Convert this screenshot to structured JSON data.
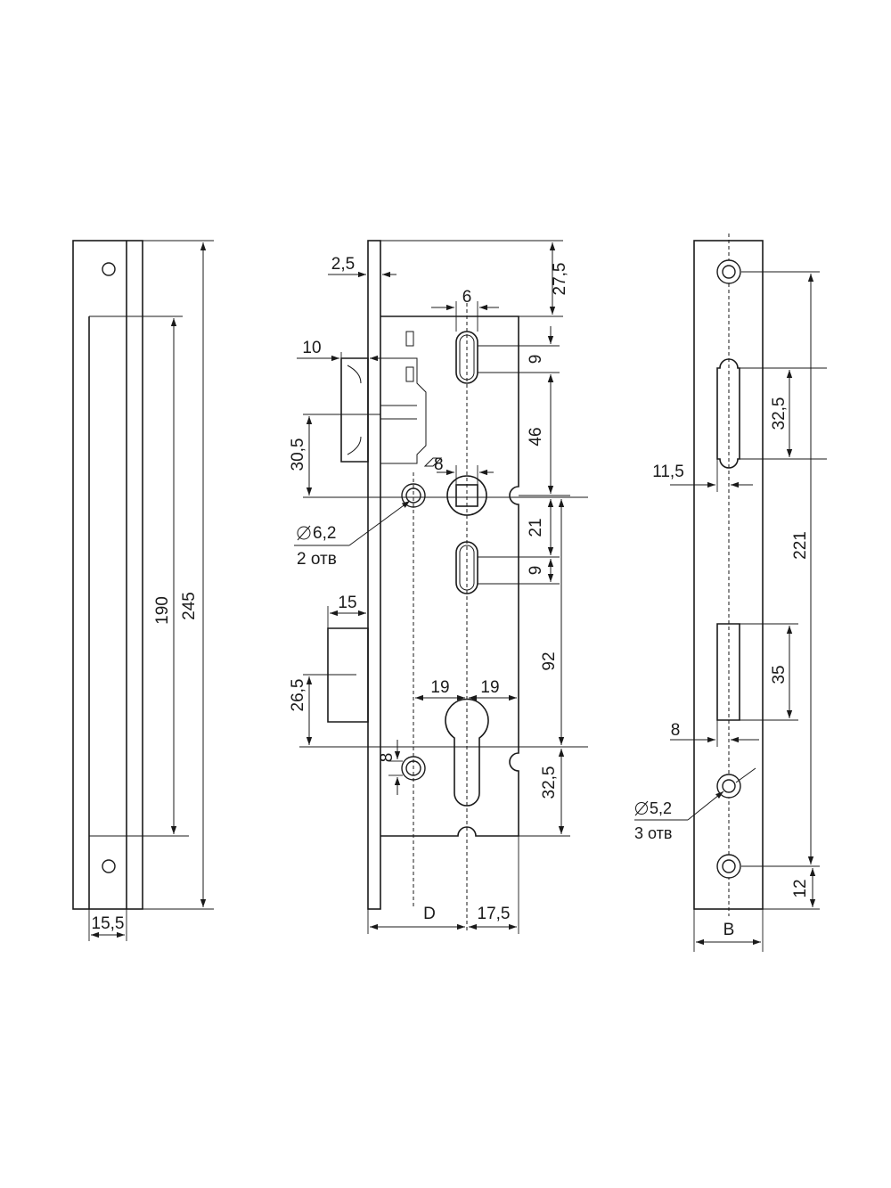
{
  "colors": {
    "line": "#1a1a1a",
    "background": "#ffffff"
  },
  "strike_plate": {
    "height_label": "245",
    "inner_height_label": "190",
    "width_label": "15,5"
  },
  "lock_body": {
    "faceplate_thickness_label": "2,5",
    "top_offset_label": "27,5",
    "slot_width_label": "6",
    "slot_height_label": "9",
    "slot_spacing_label": "46",
    "latch_projection_label": "10",
    "latch_offset_label": "30,5",
    "square_label": "8",
    "hole_diameter_label": "6,2",
    "hole_count_label": "2 отв",
    "lower_slot_offset_label": "21",
    "lower_slot_height_label": "9",
    "bolt_projection_label": "15",
    "bolt_height_label": "26,5",
    "center_distance_label": "92",
    "left_offset_label": "19",
    "right_offset_label": "19",
    "small_hole_offset_label": "8",
    "bottom_offset_label": "32,5",
    "backset_label": "D",
    "front_offset_label": "17,5"
  },
  "front_plate": {
    "latch_window_height_label": "32,5",
    "window_offset_label": "11,5",
    "hole_span_label": "221",
    "bolt_window_height_label": "35",
    "bolt_window_offset_label": "8",
    "hole_diameter_label": "5,2",
    "hole_count_label": "3 отв",
    "edge_offset_label": "12",
    "width_label": "B"
  }
}
